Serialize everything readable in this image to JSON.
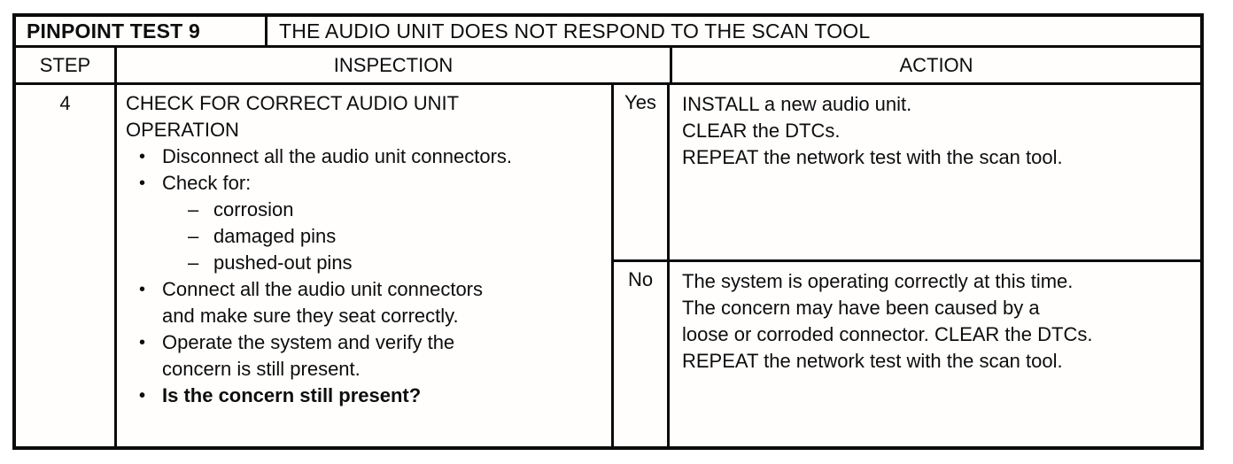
{
  "markers": {
    "bullet": "•",
    "dash": "–"
  },
  "table": {
    "header": {
      "test_label": "PINPOINT TEST 9",
      "test_title": "THE AUDIO UNIT DOES NOT RESPOND TO THE SCAN TOOL"
    },
    "columns": {
      "step": "STEP",
      "inspection": "INSPECTION",
      "action": "ACTION"
    },
    "row": {
      "step": "4",
      "inspection": {
        "title": "CHECK FOR CORRECT AUDIO UNIT\nOPERATION",
        "items": [
          {
            "type": "bullet",
            "text": "Disconnect all the audio unit connectors."
          },
          {
            "type": "bullet",
            "text": "Check for:"
          },
          {
            "type": "dash",
            "text": "corrosion"
          },
          {
            "type": "dash",
            "text": "damaged pins"
          },
          {
            "type": "dash",
            "text": "pushed-out pins"
          },
          {
            "type": "bullet",
            "text": "Connect all the audio unit connectors\nand make sure they seat correctly."
          },
          {
            "type": "bullet",
            "text": "Operate the system and verify the\nconcern is still present."
          },
          {
            "type": "bullet-bold",
            "text": "Is the concern still present?"
          }
        ]
      },
      "yes": {
        "label": "Yes",
        "action_lines": [
          "INSTALL a new audio unit.",
          "CLEAR the DTCs.",
          "REPEAT the network test with the scan tool."
        ]
      },
      "no": {
        "label": "No",
        "action_text": "The system is operating correctly at this time.\nThe concern may have been caused by a\nloose or corroded connector. CLEAR the DTCs.\nREPEAT the network test with the scan tool."
      }
    }
  }
}
